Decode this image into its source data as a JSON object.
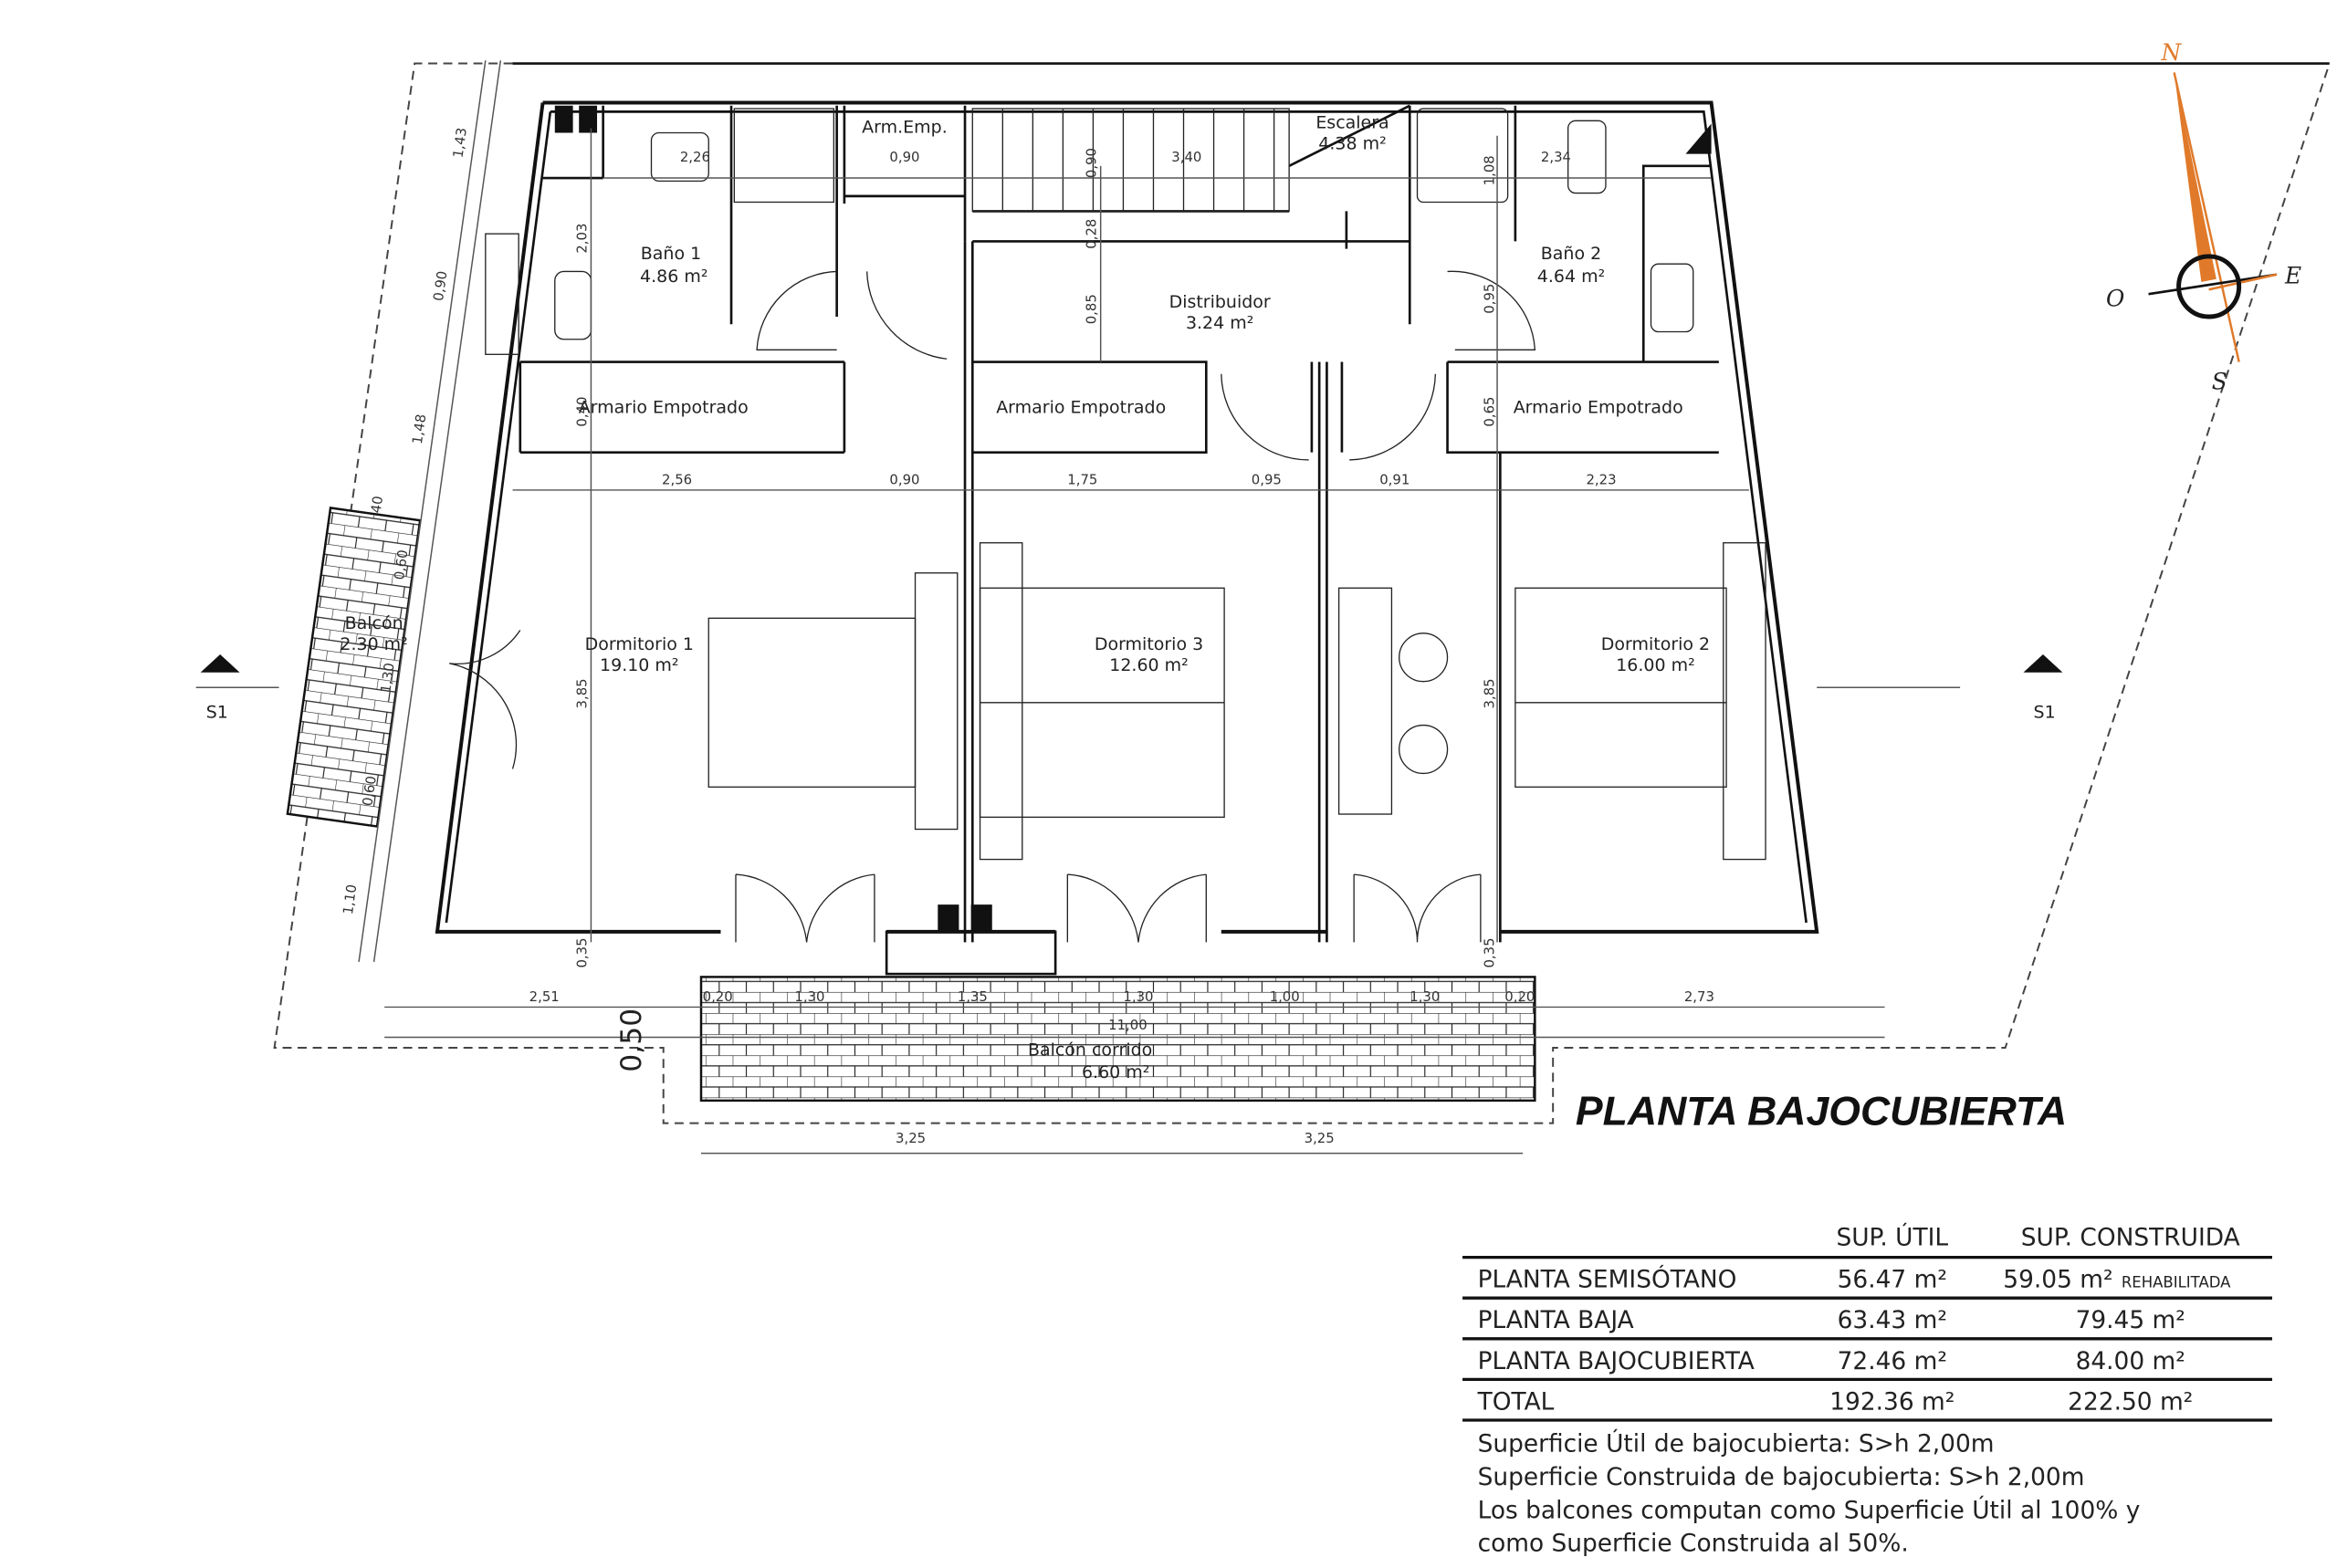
{
  "plan": {
    "title": "PLANTA BAJOCUBIERTA",
    "section_marker": "S1",
    "rooms": {
      "bano1": {
        "name": "Baño 1",
        "area": "4.86 m²"
      },
      "bano2": {
        "name": "Baño 2",
        "area": "4.64 m²"
      },
      "distribuidor": {
        "name": "Distribuidor",
        "area": "3.24 m²"
      },
      "escalera": {
        "name": "Escalera",
        "area": "4.38 m²"
      },
      "arm_emp": {
        "name": "Arm.Emp."
      },
      "armario": "Armario Empotrado",
      "dormitorio1": {
        "name": "Dormitorio 1",
        "area": "19.10 m²"
      },
      "dormitorio2": {
        "name": "Dormitorio 2",
        "area": "16.00 m²"
      },
      "dormitorio3": {
        "name": "Dormitorio 3",
        "area": "12.60 m²"
      },
      "balcon": {
        "name": "Balcón",
        "area": "2.30 m²"
      },
      "balcon_corrido": {
        "name": "Balcón corrido",
        "area": "6.60 m²"
      }
    },
    "dims": {
      "top": [
        "2,26",
        "0,90",
        "3,40",
        "2,34"
      ],
      "vertical": [
        "0,90",
        "1,08",
        "2,03",
        "0,28",
        "0,85",
        "0,95",
        "0,65",
        "0,40",
        "3,85",
        "3,85",
        "0,35",
        "0,35"
      ],
      "middle_row": [
        "2,56",
        "0,90",
        "1,75",
        "0,95",
        "0,91",
        "2,23"
      ],
      "bottom_row": [
        "2,51",
        "0,20",
        "1,30",
        "1,35",
        "1,30",
        "1,00",
        "1,30",
        "0,20",
        "2,73"
      ],
      "overall": "11,00",
      "balcony_depth": "0,50",
      "balcony_halves": [
        "3,25",
        "3,25"
      ],
      "left_side": [
        "1,43",
        "0,90",
        "1,48",
        "40",
        "0,60",
        "1,30",
        "0,60",
        "1,10"
      ]
    }
  },
  "compass": {
    "n": "N",
    "s": "S",
    "e": "E",
    "o": "O",
    "accent": "#e07a2a"
  },
  "table": {
    "headers": [
      "SUP. ÚTIL",
      "SUP. CONSTRUIDA"
    ],
    "rows": [
      {
        "name": "PLANTA SEMISÓTANO",
        "util": "56.47 m²",
        "construida": "59.05 m²",
        "note": "REHABILITADA"
      },
      {
        "name": "PLANTA BAJA",
        "util": "63.43 m²",
        "construida": "79.45 m²"
      },
      {
        "name": "PLANTA BAJOCUBIERTA",
        "util": "72.46 m²",
        "construida": "84.00 m²"
      },
      {
        "name": "TOTAL",
        "util": "192.36 m²",
        "construida": "222.50 m²"
      }
    ],
    "notes": [
      "Superficie Útil de bajocubierta: S>h 2,00m",
      "Superficie Construida de bajocubierta: S>h 2,00m",
      "Los balcones computan como Superficie Útil al 100% y",
      "como Superficie Construida al 50%."
    ]
  }
}
